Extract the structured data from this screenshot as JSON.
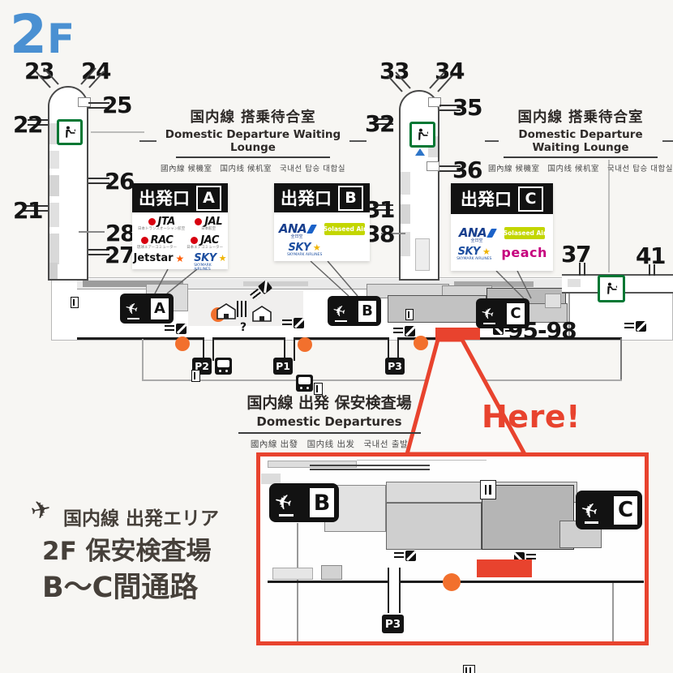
{
  "floor_label": {
    "digit": "2",
    "letter": "F"
  },
  "lounge_left": {
    "title": "国内線 搭乗待合室",
    "subtitle": "Domestic Departure Waiting Lounge",
    "translations": "國內線 候機室　国内线 候机室　국내선 탑승 대합실"
  },
  "lounge_right": {
    "title": "国内線 搭乗待合室",
    "subtitle": "Domestic Departure Waiting Lounge",
    "translations": "國內線 候機室　国内线 候机室　국내선 탑승 대합실"
  },
  "security": {
    "title": "国内線 出発 保安検査場",
    "subtitle": "Domestic Departures",
    "translations": "國內線 出發　国内线 出发　국내선 출발"
  },
  "here_label": "Here!",
  "area_note": {
    "line1": "国内線 出発エリア",
    "line2": "2F 保安検査場",
    "line3": "B〜C間通路"
  },
  "gate_numbers": {
    "g21": "21",
    "g22": "22",
    "g23": "23",
    "g24": "24",
    "g25": "25",
    "g26": "26",
    "g27": "27",
    "g28": "28",
    "g31": "31",
    "g32": "32",
    "g33": "33",
    "g34": "34",
    "g35": "35",
    "g36": "36",
    "g37": "37",
    "g38": "38",
    "g41": "41",
    "g95_98": "95-98"
  },
  "departure_signs": {
    "prefix": "出発口",
    "a_letter": "A",
    "b_letter": "B",
    "c_letter": "C"
  },
  "airlines": {
    "jta": "JTA",
    "jta_caption": "日本トランスオーシャン航空",
    "jal": "JAL",
    "jal_caption": "日本航空",
    "rac": "RAC",
    "rac_caption": "琉球エアーコミューター",
    "jac": "JAC",
    "jac_caption": "日本エアコミューター",
    "jetstar": "Jetstar",
    "skymark": "SKY",
    "skymark_caption": "SKYMARK AIRLINES",
    "ana": "ANA",
    "ana_caption": "全日空",
    "solaseed": "Solaseed Air",
    "peach": "peach"
  },
  "concourse_signs": {
    "a": "A",
    "b": "B",
    "c": "C"
  },
  "inset_signs": {
    "b": "B",
    "c": "C"
  },
  "parking": {
    "p1": "P1",
    "p2": "P2",
    "p3": "P3"
  },
  "information_mark": "?",
  "icons": {
    "plane": "✈",
    "star": "★",
    "triangle": "▲"
  },
  "colors": {
    "accent_blue": "#4A90D2",
    "highlight_red": "#E8432E",
    "orange_marker": "#F2702D",
    "smoking_green": "#007733",
    "solaseed_green": "#C3D600",
    "peach_pink": "#C6007E",
    "jal_red": "#D7000F",
    "ana_blue": "#173E8D",
    "skymark_blue": "#1D4FA0"
  }
}
